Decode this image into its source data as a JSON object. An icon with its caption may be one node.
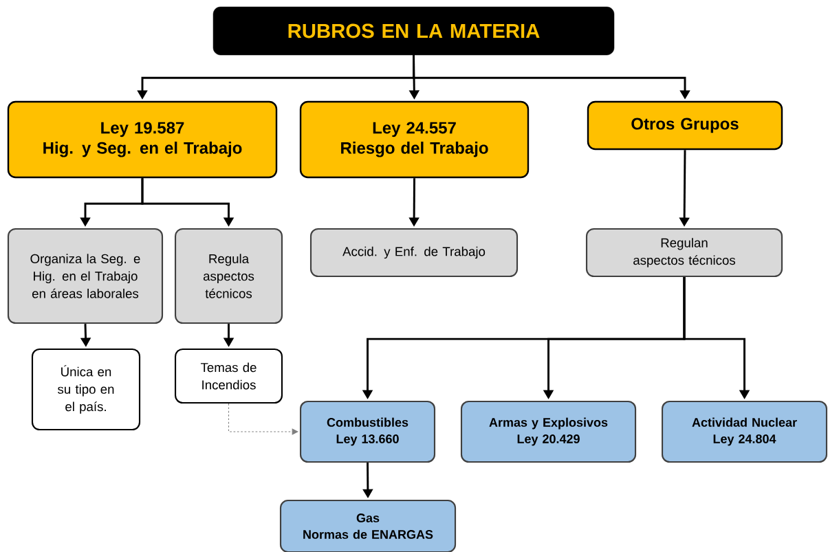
{
  "diagram": {
    "nodes": [
      {
        "text": [
          "RUBROS EN LA MATERIA"
        ]
      },
      {
        "text": [
          "Ley 19.587",
          "Hig. y Seg. en el Trabajo"
        ]
      },
      {
        "text": [
          "Ley 24.557",
          "Riesgo del Trabajo"
        ]
      },
      {
        "text": [
          "Otros Grupos"
        ]
      },
      {
        "text": [
          "Organiza la Seg. e Hig. en el Trabajo en áreas laborales"
        ]
      },
      {
        "text": [
          "Regula aspectos técnicos"
        ]
      },
      {
        "text": [
          "Accid. y Enf. de Trabajo"
        ]
      },
      {
        "text": [
          "Regulan aspectos técnicos"
        ]
      },
      {
        "text": [
          "Única en su tipo en el país."
        ]
      },
      {
        "text": [
          "Temas de Incendios"
        ]
      },
      {
        "text": [
          "Combustibles",
          "Ley 13.660"
        ]
      },
      {
        "text": [
          "Armas y Explosivos",
          "Ley 20.429"
        ]
      },
      {
        "text": [
          "Actividad Nuclear",
          "Ley 24.804"
        ]
      },
      {
        "text": [
          "Gas",
          "Normas de ENARGAS"
        ]
      }
    ],
    "edges": [
      {
        "from": 0,
        "to": 1,
        "arrow": "to"
      },
      {
        "from": 0,
        "to": 2,
        "arrow": "to"
      },
      {
        "from": 0,
        "to": 3,
        "arrow": "to"
      },
      {
        "from": 1,
        "to": 4,
        "arrow": "to"
      },
      {
        "from": 1,
        "to": 5,
        "arrow": "to"
      },
      {
        "from": 2,
        "to": 6,
        "arrow": "to"
      },
      {
        "from": 3,
        "to": 7,
        "arrow": "to"
      },
      {
        "from": 4,
        "to": 8,
        "arrow": "to"
      },
      {
        "from": 5,
        "to": 9,
        "arrow": "to"
      },
      {
        "from": 7,
        "to": 10,
        "arrow": "to"
      },
      {
        "from": 7,
        "to": 11,
        "arrow": "to"
      },
      {
        "from": 7,
        "to": 12,
        "arrow": "to"
      },
      {
        "from": 9,
        "to": 10,
        "arrow": "to",
        "style": "dashed",
        "color": "#7f7f7f"
      },
      {
        "from": 10,
        "to": 13,
        "arrow": "to"
      }
    ]
  }
}
